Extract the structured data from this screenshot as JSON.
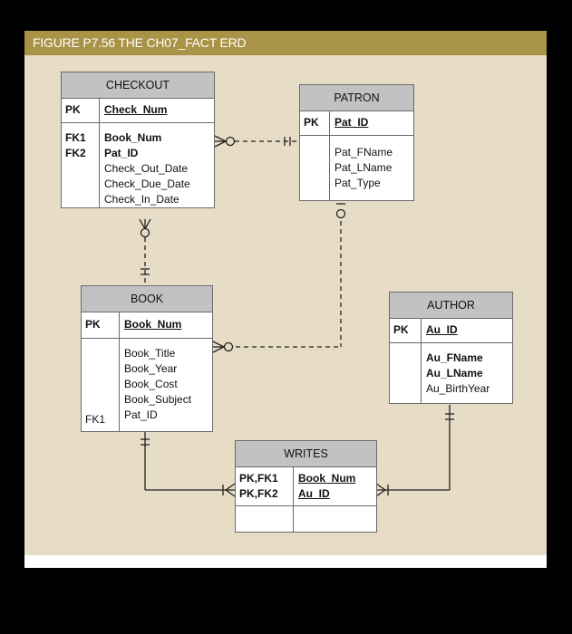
{
  "figure": {
    "title": "FIGURE P7.56  THE CH07_FACT ERD"
  },
  "entities": {
    "checkout": {
      "name": "CHECKOUT",
      "pk_label": "PK",
      "pk_attr": "Check_Num",
      "fk1_label": "FK1",
      "fk2_label": "FK2",
      "fk1_attr": "Book_Num",
      "fk2_attr": "Pat_ID",
      "attrs": [
        "Check_Out_Date",
        "Check_Due_Date",
        "Check_In_Date"
      ]
    },
    "patron": {
      "name": "PATRON",
      "pk_label": "PK",
      "pk_attr": "Pat_ID",
      "attrs": [
        "Pat_FName",
        "Pat_LName",
        "Pat_Type"
      ]
    },
    "book": {
      "name": "BOOK",
      "pk_label": "PK",
      "pk_attr": "Book_Num",
      "attrs": [
        "Book_Title",
        "Book_Year",
        "Book_Cost",
        "Book_Subject"
      ],
      "fk1_label": "FK1",
      "fk1_attr": "Pat_ID"
    },
    "author": {
      "name": "AUTHOR",
      "pk_label": "PK",
      "pk_attr": "Au_ID",
      "attrs_bold": [
        "Au_FName",
        "Au_LName"
      ],
      "attrs": [
        "Au_BirthYear"
      ]
    },
    "writes": {
      "name": "WRITES",
      "pk1_label": "PK,FK1",
      "pk2_label": "PK,FK2",
      "pk1_attr": "Book_Num",
      "pk2_attr": "Au_ID"
    }
  }
}
